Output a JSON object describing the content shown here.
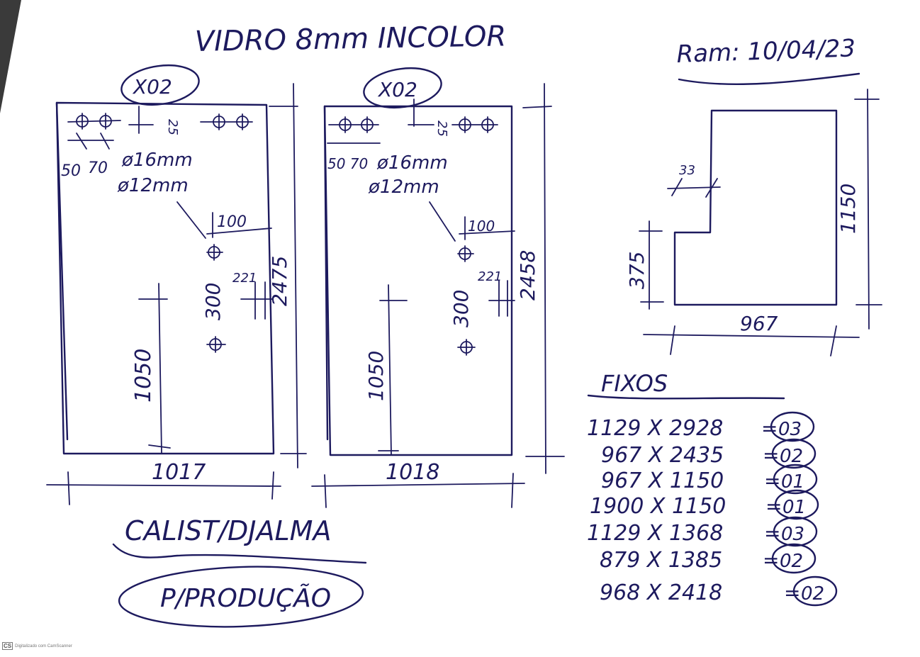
{
  "header": {
    "title": "VIDRO 8mm INCOLOR",
    "date": "Ram: 10/04/23"
  },
  "panel_left": {
    "qty": "X02",
    "hole_spacing_50": "50",
    "hole_spacing_70": "70",
    "edge_offset": "25",
    "hole_dia_1": "ø16mm",
    "hole_dia_2": "ø12mm",
    "dim_100": "100",
    "dim_221": "221",
    "dim_300": "300",
    "dim_height": "2475",
    "dim_1050": "1050",
    "dim_width": "1017"
  },
  "panel_right": {
    "qty": "X02",
    "hole_spacing": "50 70",
    "edge_offset": "25",
    "hole_dia_1": "ø16mm",
    "hole_dia_2": "ø12mm",
    "dim_100": "100",
    "dim_221": "221",
    "dim_300": "300",
    "dim_height": "2458",
    "dim_1050": "1050",
    "dim_width": "1018"
  },
  "l_panel": {
    "dim_33": "33",
    "dim_375": "375",
    "dim_1150": "1150",
    "dim_967": "967"
  },
  "fixos": {
    "title": "FIXOS",
    "items": [
      {
        "size": "1129 X 2928",
        "qty": "03"
      },
      {
        "size": "967 X 2435",
        "qty": "02"
      },
      {
        "size": "967 X 1150",
        "qty": "01"
      },
      {
        "size": "1900 X 1150",
        "qty": "01"
      },
      {
        "size": "1129 X 1368",
        "qty": "03"
      },
      {
        "size": "879 X 1385",
        "qty": "02"
      },
      {
        "size": "968 X 2418",
        "qty": "02"
      }
    ]
  },
  "client": "CALIST/DJALMA",
  "production_note": "P/PRODUÇÃO",
  "scanner_mark": {
    "logo": "CS",
    "text": "Digitalizado com CamScanner"
  }
}
